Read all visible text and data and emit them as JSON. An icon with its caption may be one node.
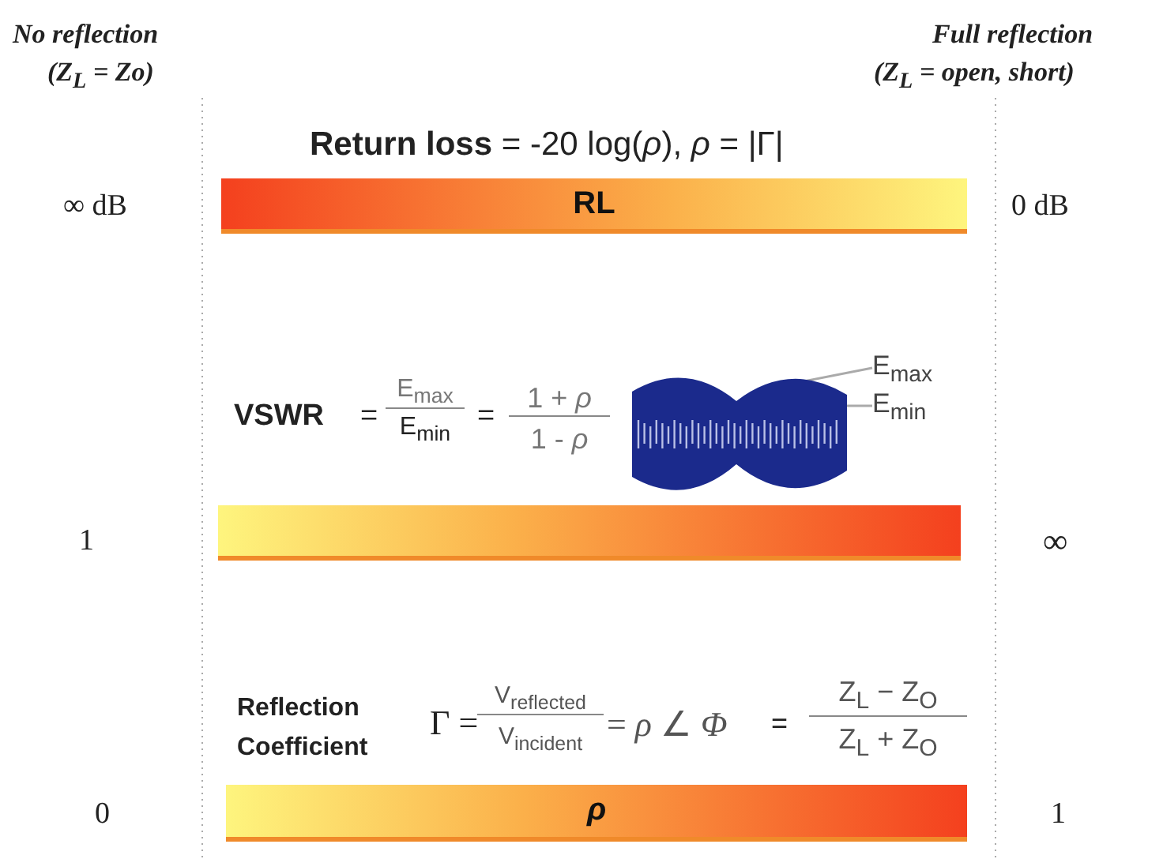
{
  "diagram": {
    "nodes": [
      {
        "text": [
          "RL"
        ]
      },
      {
        "text": [],
        "shape": "picture"
      },
      {
        "text": [
          "E$_{max}$"
        ]
      },
      {
        "text": [
          "E$_{min}$"
        ]
      },
      {
        "text": [],
        "shape": "bar"
      },
      {
        "text": [
          "ρ"
        ]
      }
    ],
    "edges": [
      {
        "from": 2,
        "to": 1,
        "arrow": "none"
      },
      {
        "from": 3,
        "to": 1,
        "arrow": "none"
      }
    ],
    "labels": [
      "No reflection",
      "(Z$_{L}$ = Zo)",
      "Full reflection",
      "(Z$_{L}$ = open, short)",
      "**Return loss** = -20 log(*ρ*), *ρ* = |Γ|",
      "∞ dB",
      "0 dB",
      "VSWR",
      "=",
      "E$_{max}$",
      "E$_{min}$",
      "=",
      "1 + *ρ*",
      "1 - *ρ*",
      "1",
      "∞",
      "Reflection Coefficient",
      "Γ =",
      "V$_{reflected}$",
      "V$_{incident}$",
      "= *ρ* ∠ *Φ*",
      "=",
      "Z$_{L}$ − Z$_{O}$",
      "Z$_{L}$ + Z$_{O}$",
      "0",
      "1"
    ]
  }
}
